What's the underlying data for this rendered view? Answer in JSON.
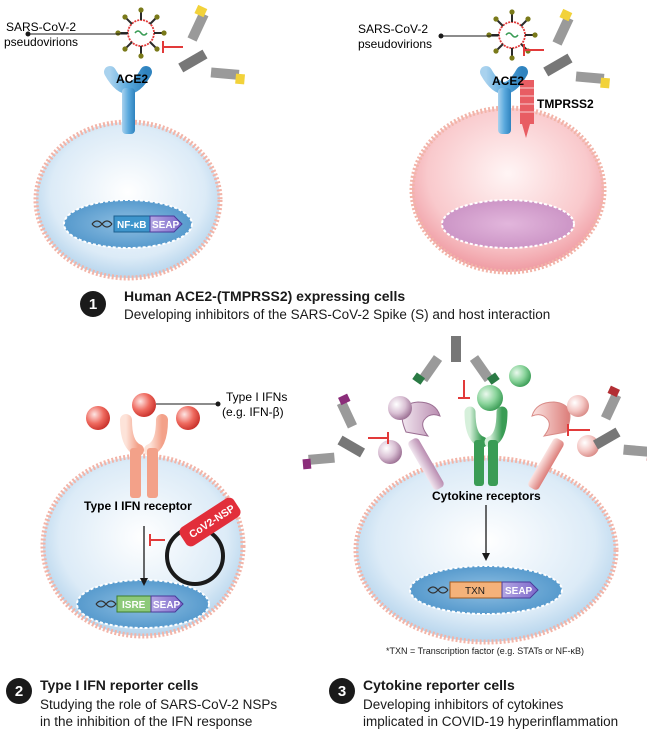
{
  "panel1": {
    "left_label_line1": "SARS-CoV-2",
    "left_label_line2": "pseudovirions",
    "right_label_line1": "SARS-CoV-2",
    "right_label_line2": "pseudovirions",
    "receptor_left": "ACE2",
    "receptor_right": "ACE2",
    "protease": "TMPRSS2",
    "promoter": "NF-κB",
    "reporter": "SEAP",
    "number": "1",
    "title": "Human ACE2-(TMPRSS2) expressing cells",
    "text": "Developing inhibitors  of the SARS-CoV-2 Spike (S) and host interaction"
  },
  "panel2": {
    "ligand_line1": "Type I IFNs",
    "ligand_line2": "(e.g. IFN-β)",
    "receptor": "Type I IFN receptor",
    "plasmid": "CoV2-NSP",
    "promoter": "ISRE",
    "reporter": "SEAP",
    "number": "2",
    "title": "Type I IFN reporter cells",
    "text_line1": "Studying the role of SARS-CoV-2 NSPs",
    "text_line2": " in the inhibition of the IFN response"
  },
  "panel3": {
    "receptor": "Cytokine receptors",
    "promoter": "TXN",
    "reporter": "SEAP",
    "footnote": "*TXN = Transcription factor (e.g. STATs or NF-κB)",
    "number": "3",
    "title": "Cytokine reporter cells",
    "text_line1": "Developing inhibitors of cytokines",
    "text_line2": "implicated in COVID-19 hyperinflammation"
  },
  "colors": {
    "membrane": "#f2b4a8",
    "cell_blue": "#cfe3f3",
    "cell_pink": "#f6b9be",
    "ace2": "#3e95cc",
    "tmprss2": "#e85d63",
    "ifn": "#e2453c",
    "cytokine_purple": "#b98cb0",
    "cytokine_green": "#3aa55a",
    "cytokine_red": "#d9625f",
    "inhibit": "#e23a3a"
  }
}
